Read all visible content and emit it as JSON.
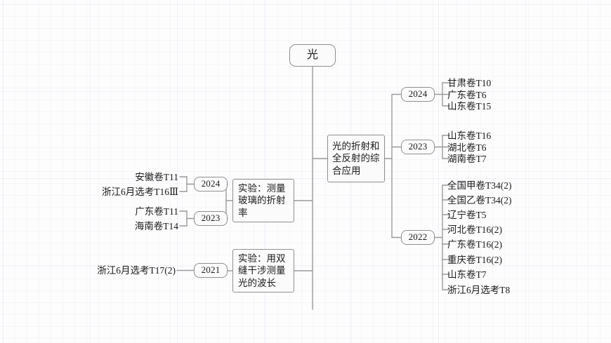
{
  "diagram": {
    "type": "mind-map",
    "root": {
      "label": "光"
    },
    "branches": {
      "right": {
        "topic": {
          "label": "光的折射和全反射的综合应用",
          "lines": [
            "光的折射和",
            "全反射的综",
            "合应用"
          ]
        },
        "groups": [
          {
            "year": "2024",
            "items": [
              "甘肃卷T10",
              "广东卷T6",
              "山东卷T15"
            ]
          },
          {
            "year": "2023",
            "items": [
              "山东卷T16",
              "湖北卷T6",
              "湖南卷T7"
            ]
          },
          {
            "year": "2022",
            "items": [
              "全国甲卷T34(2)",
              "全国乙卷T34(2)",
              "辽宁卷T5",
              "河北卷T16(2)",
              "广东卷T16(2)",
              "重庆卷T16(2)",
              "山东卷T7",
              "浙江6月选考T8"
            ]
          }
        ]
      },
      "left": [
        {
          "topic": {
            "label": "实验：测量玻璃的折射率",
            "lines": [
              "实验：测量",
              "玻璃的折射",
              "率"
            ]
          },
          "groups": [
            {
              "year": "2024",
              "items": [
                "安徽卷T11",
                "浙江6月选考T16Ⅲ"
              ]
            },
            {
              "year": "2023",
              "items": [
                "广东卷T11",
                "海南卷T14"
              ]
            }
          ]
        },
        {
          "topic": {
            "label": "实验：用双缝干涉测量光的波长",
            "lines": [
              "实验：用双",
              "缝干涉测量",
              "光的波长"
            ]
          },
          "groups": [
            {
              "year": "2021",
              "items": [
                "浙江6月选考T17(2)"
              ]
            }
          ]
        }
      ]
    },
    "colors": {
      "background": "#fdfdfe",
      "grid": "#e8ecf2",
      "node_border": "#8f8f8f",
      "node_fill": "#fbfbfb",
      "wire": "#9a9a9a",
      "text": "#1a1a1a"
    }
  }
}
